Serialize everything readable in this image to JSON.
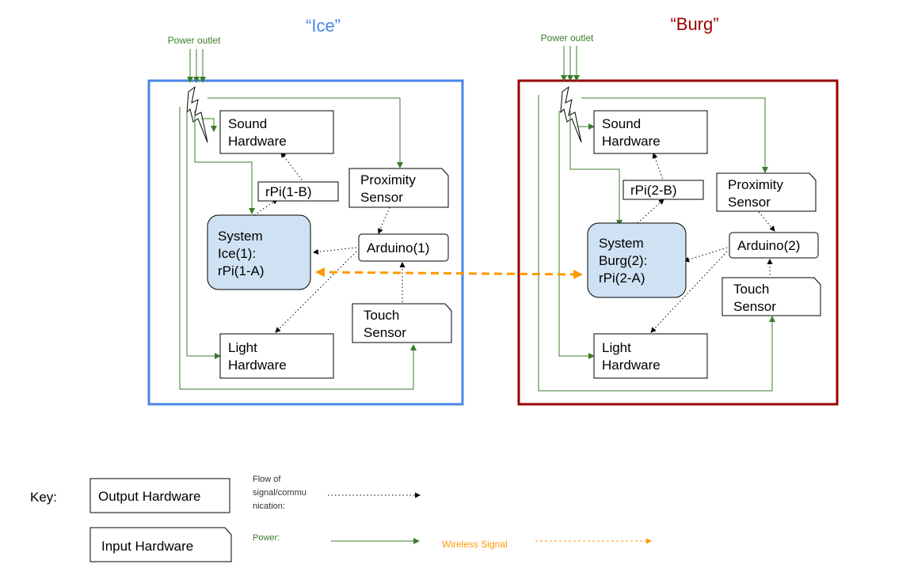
{
  "titles": {
    "left": "“Ice”",
    "right": "“Burg”"
  },
  "colors": {
    "ice": "#4a86e8",
    "burg": "#980000",
    "power": "#3a7d2a",
    "wireless": "#ff9900",
    "system_fill": "#cfe2f3"
  },
  "power_outlet": "Power outlet",
  "ice": {
    "sound": [
      "Sound",
      "Hardware"
    ],
    "rpi_b": "rPi(1-B)",
    "proximity": [
      "Proximity",
      "Sensor"
    ],
    "system": [
      "System",
      "Ice(1):",
      "rPi(1-A)"
    ],
    "arduino": "Arduino(1)",
    "touch": [
      "Touch",
      "Sensor"
    ],
    "light": [
      "Light",
      "Hardware"
    ]
  },
  "burg": {
    "sound": [
      "Sound",
      "Hardware"
    ],
    "rpi_b": "rPi(2-B)",
    "proximity": [
      "Proximity",
      "Sensor"
    ],
    "system": [
      "System",
      "Burg(2):",
      "rPi(2-A)"
    ],
    "arduino": "Arduino(2)",
    "touch": [
      "Touch",
      "Sensor"
    ],
    "light": [
      "Light",
      "Hardware"
    ]
  },
  "key": {
    "label": "Key:",
    "output": "Output Hardware",
    "input": "Input Hardware",
    "flow": [
      "Flow of",
      "signal/commu",
      "nication:"
    ],
    "power": "Power:",
    "wireless": "Wireless Signal"
  }
}
